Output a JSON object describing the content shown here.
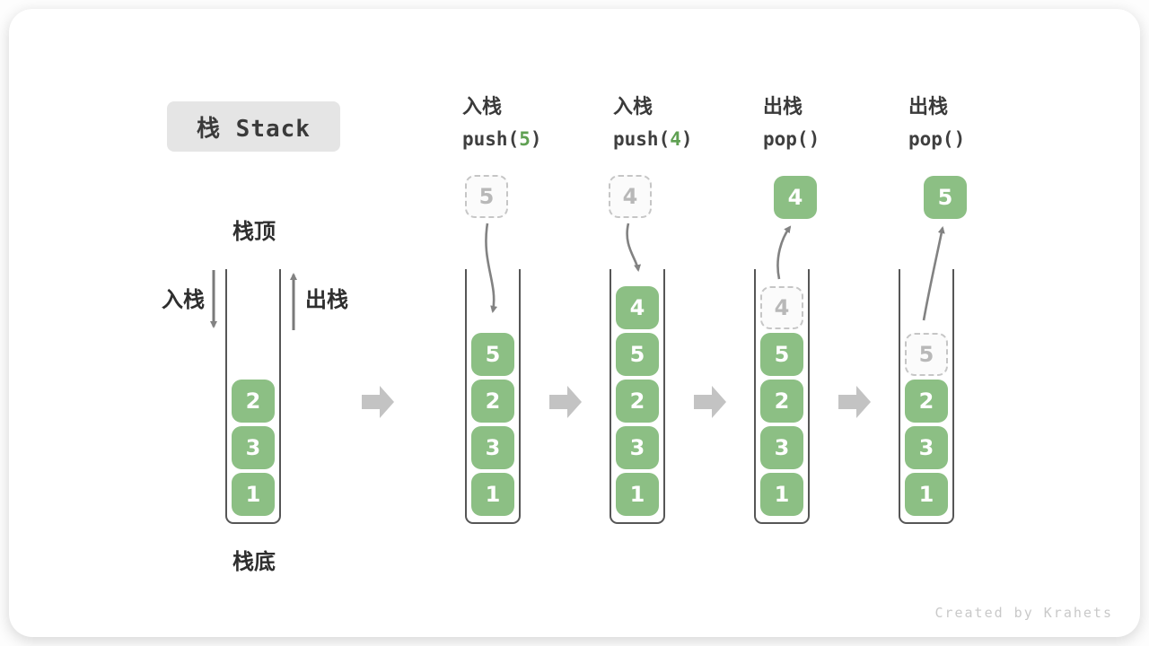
{
  "title": "栈 Stack",
  "legend": {
    "top": "栈顶",
    "bottom": "栈底",
    "push": "入栈",
    "pop": "出栈"
  },
  "columns": {
    "c2": {
      "op": "入栈",
      "code_before": "push(",
      "code_arg": "5",
      "code_after": ")",
      "floating": "5"
    },
    "c3": {
      "op": "入栈",
      "code_before": "push(",
      "code_arg": "4",
      "code_after": ")",
      "floating": "4"
    },
    "c4": {
      "op": "出栈",
      "code_before": "pop()",
      "code_arg": "",
      "code_after": "",
      "floating": "4",
      "ghost": "4"
    },
    "c5": {
      "op": "出栈",
      "code_before": "pop()",
      "code_arg": "",
      "code_after": "",
      "floating": "5",
      "ghost": "5"
    }
  },
  "stacks": {
    "s1": {
      "cells": [
        "2",
        "3",
        "1"
      ]
    },
    "s2": {
      "cells": [
        "5",
        "2",
        "3",
        "1"
      ]
    },
    "s3": {
      "cells": [
        "4",
        "5",
        "2",
        "3",
        "1"
      ]
    },
    "s4": {
      "cells": [
        "5",
        "2",
        "3",
        "1"
      ]
    },
    "s5": {
      "cells": [
        "2",
        "3",
        "1"
      ]
    }
  },
  "footer": "Created by Krahets",
  "colors": {
    "cell_green": "#8cbf84",
    "code_green": "#5fa052",
    "block_arrow_gray": "#c3c3c3",
    "curve_arrow_gray": "#828282",
    "title_bg": "#e5e5e5"
  }
}
